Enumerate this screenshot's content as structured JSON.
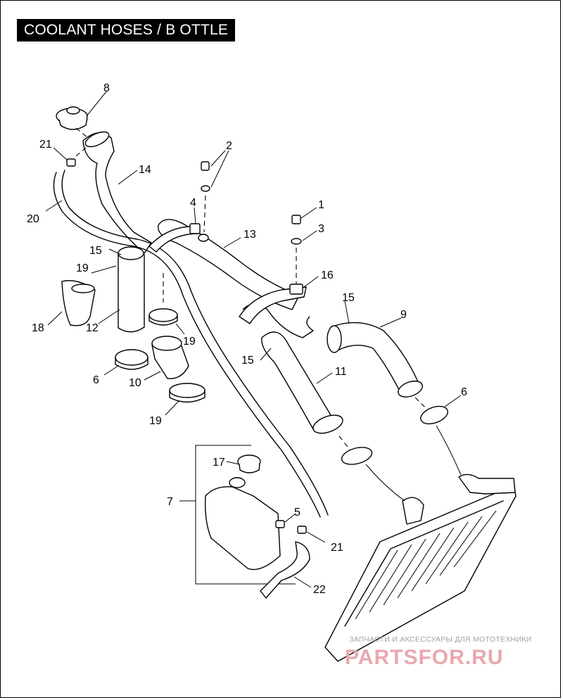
{
  "title": "COOLANT HOSES / B OTTLE",
  "callouts": {
    "c1": "1",
    "c2": "2",
    "c3": "3",
    "c4": "4",
    "c5": "5",
    "c6a": "6",
    "c6b": "6",
    "c7": "7",
    "c8": "8",
    "c9": "9",
    "c10": "10",
    "c11": "11",
    "c12": "12",
    "c13": "13",
    "c14": "14",
    "c15a": "15",
    "c15b": "15",
    "c15c": "15",
    "c16": "16",
    "c17": "17",
    "c18": "18",
    "c19a": "19",
    "c19b": "19",
    "c19c": "19",
    "c20": "20",
    "c21a": "21",
    "c21b": "21",
    "c22": "22"
  },
  "watermark": {
    "tagline": "ЗАПЧАСТИ И АКСЕССУАРЫ ДЛЯ МОТОТЕХНИКИ",
    "logo": "PARTSFOR.RU",
    "color": "#e8a8ae"
  }
}
